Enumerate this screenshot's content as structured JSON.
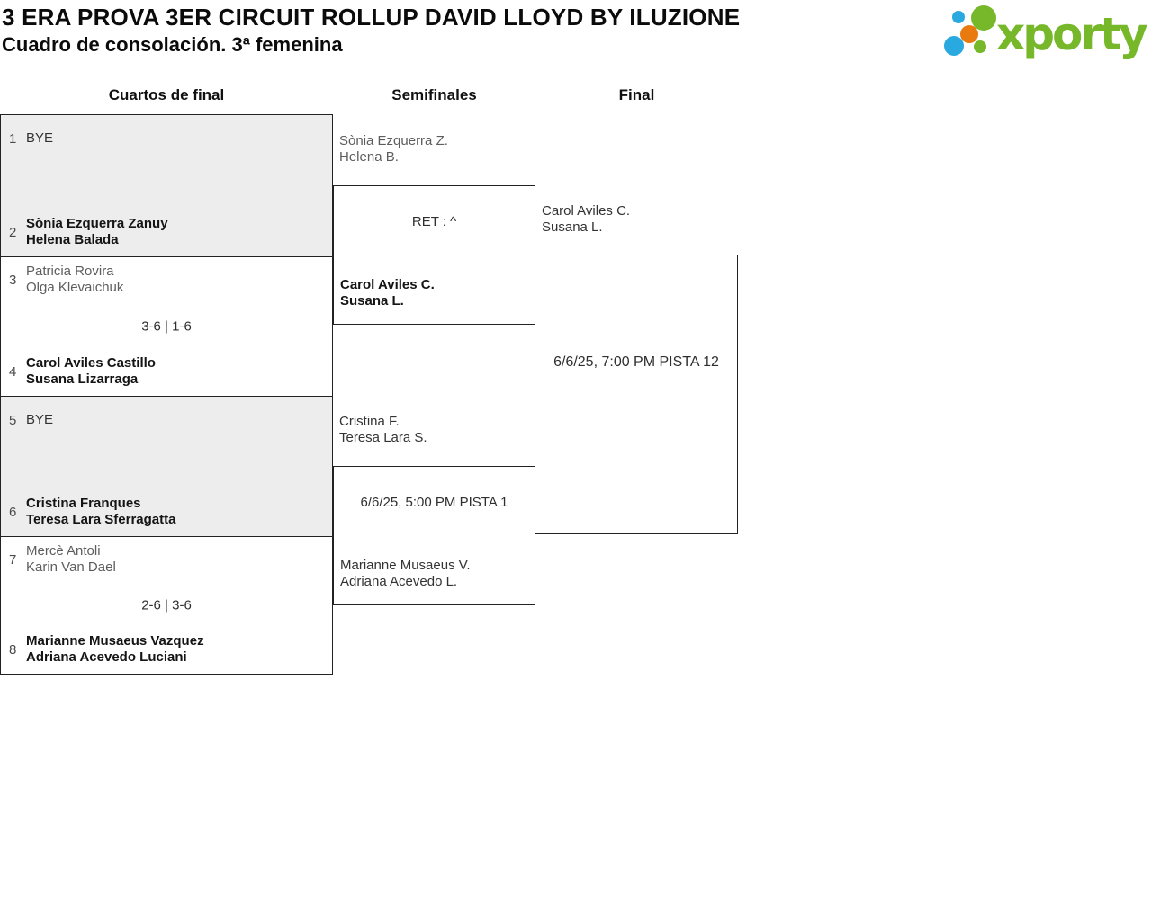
{
  "page": {
    "title": "3 ERA PROVA 3ER CIRCUIT ROLLUP DAVID LLOYD BY ILUZIONE",
    "subtitle": "Cuadro de consolación. 3ª femenina"
  },
  "logo": {
    "text": "xporty"
  },
  "colors": {
    "brand_green": "#76b82a",
    "brand_blue": "#29a9e0",
    "brand_orange": "#e87a10",
    "bye_box_fill": "#ededed",
    "border": "#222222"
  },
  "rounds": {
    "r1": "Cuartos de final",
    "r2": "Semifinales",
    "r3": "Final"
  },
  "quarterfinals": [
    {
      "seed_top": "1",
      "top_a": "BYE",
      "top_b": "",
      "score": "",
      "seed_bottom": "2",
      "bottom_a": "Sònia Ezquerra Zanuy",
      "bottom_b": "Helena Balada"
    },
    {
      "seed_top": "3",
      "top_a": "Patricia Rovira",
      "top_b": "Olga Klevaichuk",
      "score": "3-6 | 1-6",
      "seed_bottom": "4",
      "bottom_a": "Carol Aviles Castillo",
      "bottom_b": "Susana Lizarraga"
    },
    {
      "seed_top": "5",
      "top_a": "BYE",
      "top_b": "",
      "score": "",
      "seed_bottom": "6",
      "bottom_a": "Cristina Franques",
      "bottom_b": "Teresa Lara Sferragatta"
    },
    {
      "seed_top": "7",
      "top_a": "Mercè Antoli",
      "top_b": "Karin Van Dael",
      "score": "2-6 | 3-6",
      "seed_bottom": "8",
      "bottom_a": "Marianne Musaeus Vazquez",
      "bottom_b": "Adriana Acevedo Luciani"
    }
  ],
  "semifinals": [
    {
      "top_a": "Sònia Ezquerra Z.",
      "top_b": "Helena B.",
      "result": "RET : ^",
      "bottom_a": "Carol Aviles C.",
      "bottom_b": "Susana L."
    },
    {
      "top_a": "Cristina F.",
      "top_b": "Teresa Lara S.",
      "result": "6/6/25, 5:00 PM PISTA 1",
      "bottom_a": "Marianne Musaeus V.",
      "bottom_b": "Adriana Acevedo L."
    }
  ],
  "final": {
    "top_a": "Carol Aviles C.",
    "top_b": "Susana L.",
    "schedule": "6/6/25, 7:00 PM PISTA 12"
  }
}
